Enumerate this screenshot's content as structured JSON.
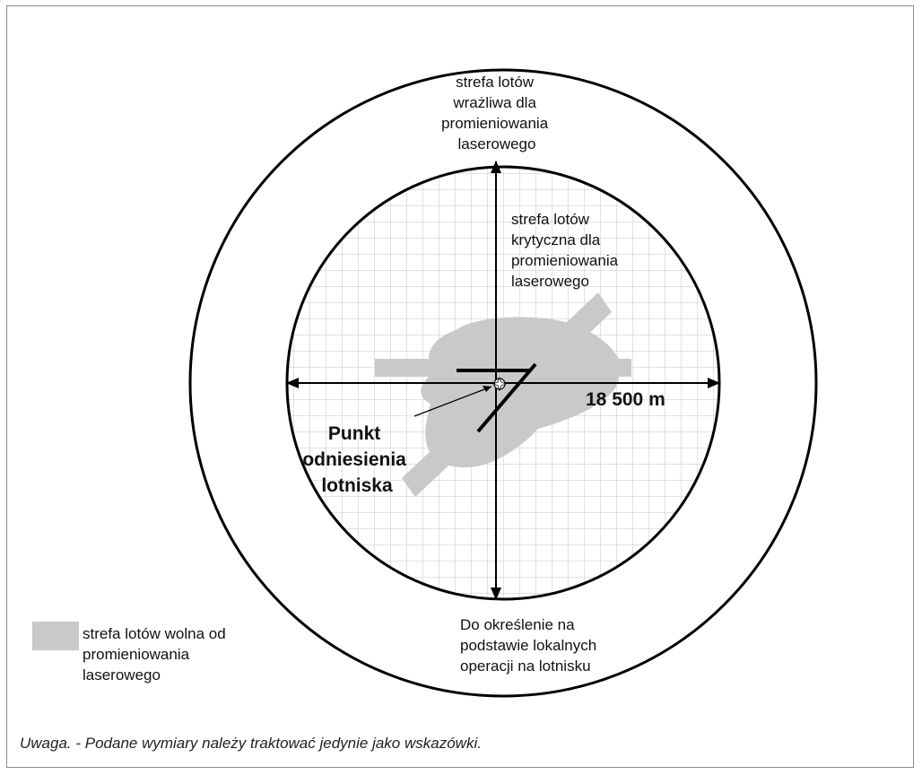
{
  "colors": {
    "free_zone_fill": "#c9c9c9",
    "grid_line": "#c6c6c6",
    "outline": "#000000",
    "frame_border": "#8a8a8a"
  },
  "labels": {
    "sensitive_zone": [
      "strefa lotów",
      "wrażliwa dla",
      "promieniowania",
      "laserowego"
    ],
    "critical_zone": [
      "strefa lotów",
      "krytyczna dla",
      "promieniowania",
      "laserowego"
    ],
    "radius": "18 500 m",
    "reference_point": [
      "Punkt",
      "odniesienia",
      "lotniska"
    ],
    "outer_boundary": [
      "Do określenie na",
      "podstawie lokalnych",
      "operacji na lotnisku"
    ]
  },
  "legend": {
    "free_zone": [
      "strefa lotów wolna od",
      "promieniowania",
      "laserowego"
    ]
  },
  "note": "Uwaga. - Podane wymiary należy traktować jedynie jako wskazówki."
}
